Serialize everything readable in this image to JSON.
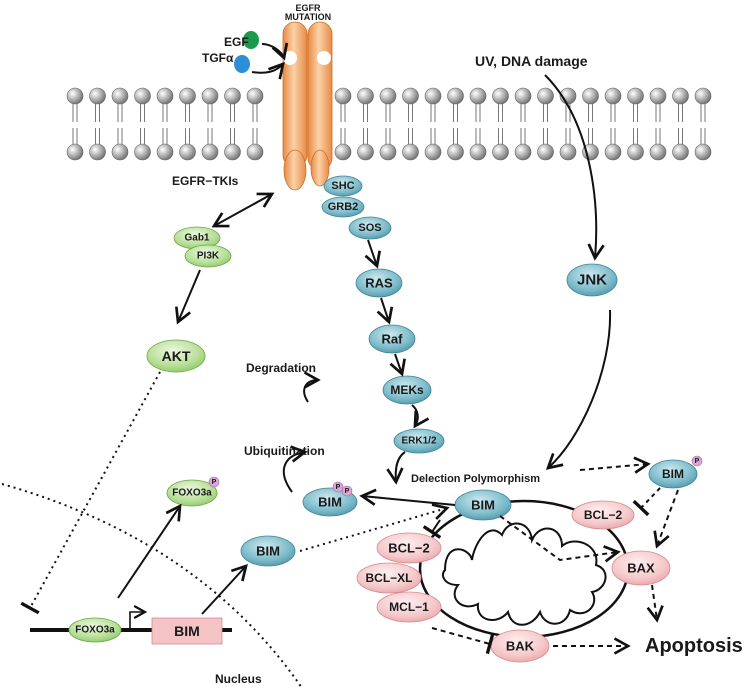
{
  "colors": {
    "teal": "#5ba3b4",
    "green": "#a8d68a",
    "pink": "#f3c3c5",
    "orange": "#f2a66a",
    "phospho": "#d9a6d6",
    "egf": "#1a9a4a",
    "tgf": "#2a8fd8"
  },
  "labels": {
    "egfr_mutation_line1": "EGFR",
    "egfr_mutation_line2": "MUTATION",
    "egf": "EGF",
    "tgf": "TGFα",
    "uv_damage": "UV, DNA damage",
    "egfr_tkis": "EGFR−TKIs",
    "degradation": "Degradation",
    "ubiquitination": "Ubiquitination",
    "delection": "Delection Polymorphism",
    "nucleus": "Nucleus",
    "apoptosis": "Apoptosis",
    "phospho": "P"
  },
  "nodes": {
    "shc": "SHC",
    "grb2": "GRB2",
    "sos": "SOS",
    "ras": "RAS",
    "raf": "Raf",
    "meks": "MEKs",
    "erk": "ERK1/2",
    "jnk": "JNK",
    "gab1": "Gab1",
    "pi3k": "PI3K",
    "akt": "AKT",
    "foxo3a_p": "FOXO3a",
    "foxo3a_gene": "FOXO3a",
    "bim_gene": "BIM",
    "bim_nuc": "BIM",
    "bim_pp": "BIM",
    "bim_center": "BIM",
    "bim_p_right": "BIM",
    "bcl2_right": "BCL−2",
    "bcl2_left": "BCL−2",
    "bclxl": "BCL−XL",
    "mcl1": "MCL−1",
    "bax": "BAX",
    "bak": "BAK"
  }
}
